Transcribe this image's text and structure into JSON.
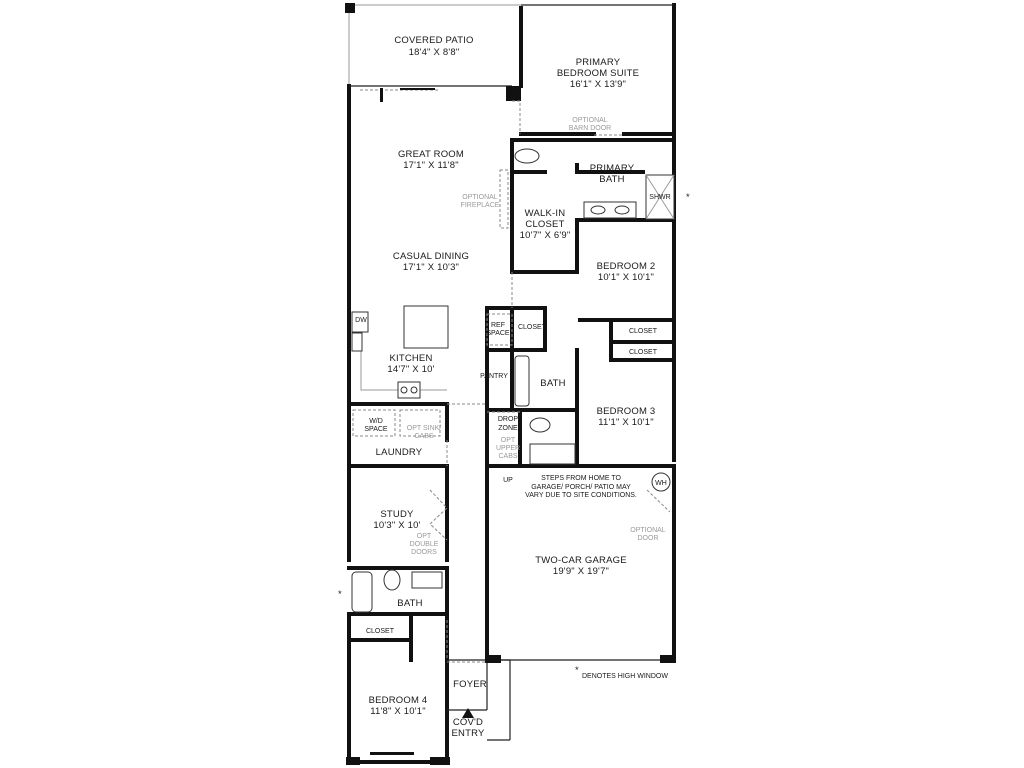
{
  "rooms": {
    "covered_patio": {
      "name": "COVERED PATIO",
      "dims": "18'4\" X 8'8\""
    },
    "primary_suite": {
      "line1": "PRIMARY",
      "line2": "BEDROOM SUITE",
      "dims": "16'1\" X 13'9\""
    },
    "primary_bath": {
      "line1": "PRIMARY",
      "line2": "BATH"
    },
    "walk_in_closet": {
      "line1": "WALK-IN",
      "line2": "CLOSET",
      "dims": "10'7\" X 6'9\""
    },
    "great_room": {
      "name": "GREAT ROOM",
      "dims": "17'1\" X 11'8\""
    },
    "casual_dining": {
      "name": "CASUAL DINING",
      "dims": "17'1\" X 10'3\""
    },
    "bedroom2": {
      "name": "BEDROOM 2",
      "dims": "10'1\" X 10'1\""
    },
    "kitchen": {
      "name": "KITCHEN",
      "dims": "14'7\" X 10'"
    },
    "bath": {
      "name": "BATH"
    },
    "bedroom3": {
      "name": "BEDROOM 3",
      "dims": "11'1\" X 10'1\""
    },
    "laundry": {
      "name": "LAUNDRY"
    },
    "study": {
      "name": "STUDY",
      "dims": "10'3\" X 10'"
    },
    "bath2": {
      "name": "BATH"
    },
    "garage": {
      "name": "TWO-CAR GARAGE",
      "dims": "19'9\" X 19'7\""
    },
    "bedroom4": {
      "name": "BEDROOM 4",
      "dims": "11'8\" X 10'1\""
    },
    "foyer": {
      "name": "FOYER"
    },
    "entry": {
      "line1": "COV'D",
      "line2": "ENTRY"
    }
  },
  "labels": {
    "closet": "CLOSET",
    "pantry": "PANTRY",
    "shwr": "SHWR",
    "dw": "DW",
    "ref": {
      "line1": "REF",
      "line2": "SPACE"
    },
    "wd": {
      "line1": "W/D",
      "line2": "SPACE"
    },
    "drop": {
      "line1": "DROP",
      "line2": "ZONE"
    },
    "up": "UP",
    "wh": "WH"
  },
  "options": {
    "barn_door": {
      "line1": "OPTIONAL",
      "line2": "BARN DOOR"
    },
    "fireplace": {
      "line1": "OPTIONAL",
      "line2": "FIREPLACE"
    },
    "sink_cabs": {
      "line1": "OPT SINK/",
      "line2": "CABS"
    },
    "upper_cabs": {
      "line1": "OPT",
      "line2": "UPPER",
      "line3": "CABS"
    },
    "double_doors": {
      "line1": "OPT",
      "line2": "DOUBLE",
      "line3": "DOORS"
    },
    "garage_door": {
      "line1": "OPTIONAL",
      "line2": "DOOR"
    }
  },
  "notes": {
    "steps": {
      "line1": "STEPS FROM HOME TO",
      "line2": "GARAGE/ PORCH/ PATIO MAY",
      "line3": "VARY DUE TO SITE CONDITIONS."
    },
    "high_window": "DENOTES HIGH WINDOW",
    "asterisk": "*"
  }
}
